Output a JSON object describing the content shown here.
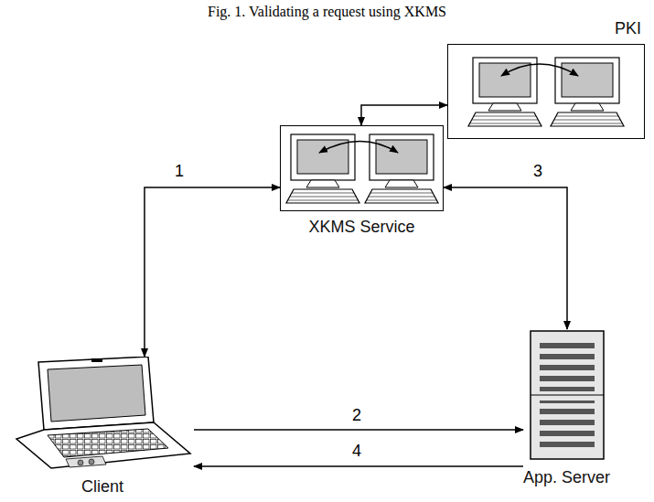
{
  "diagram": {
    "title": "Fig. 1. Validating a request using XKMS",
    "nodes": [
      {
        "text": [
          "PKI"
        ]
      },
      {
        "text": [
          "XKMS Service"
        ]
      },
      {
        "text": [
          "Client"
        ]
      },
      {
        "text": [
          "App. Server"
        ]
      }
    ],
    "edges": [
      {
        "from": 0,
        "to": 1,
        "arrow": "both"
      },
      {
        "from": 2,
        "to": 1,
        "label": "1",
        "arrow": "both"
      },
      {
        "from": 1,
        "to": 3,
        "label": "3",
        "arrow": "both"
      },
      {
        "from": 2,
        "to": 3,
        "label": "2",
        "arrow": "to"
      },
      {
        "from": 3,
        "to": 2,
        "label": "4",
        "arrow": "to"
      }
    ]
  }
}
